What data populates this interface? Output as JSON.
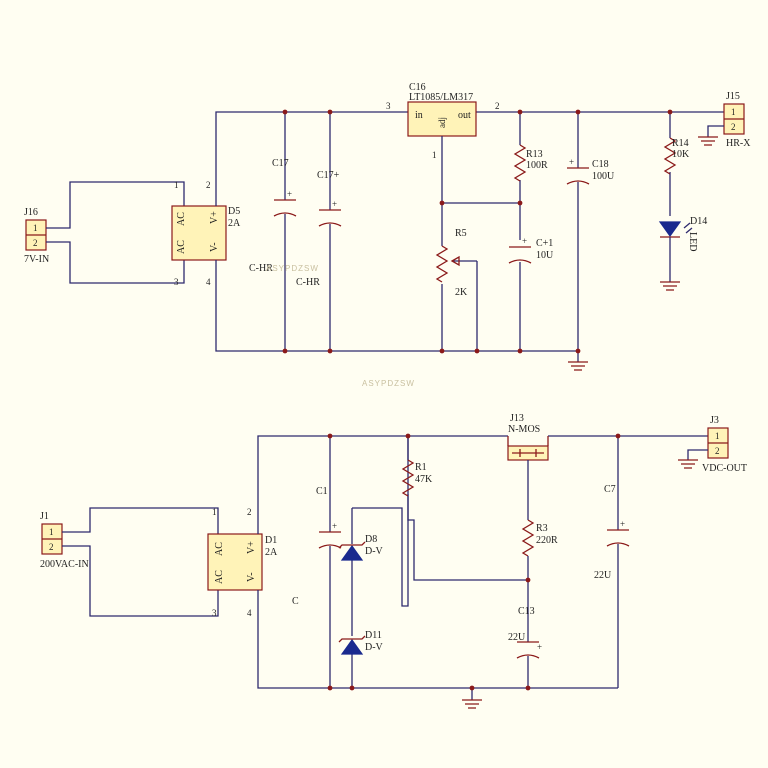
{
  "watermark": "ASYPDZSW",
  "top": {
    "input_connector": {
      "ref": "J16",
      "pins": [
        "1",
        "2"
      ],
      "label": "7V-IN"
    },
    "bridge": {
      "ref": "D5",
      "value": "2A",
      "ac1": "AC",
      "ac2": "AC",
      "vplus": "V+",
      "vminus": "V-",
      "pin1": "1",
      "pin2": "2",
      "pin3": "3",
      "pin4": "4"
    },
    "cap_a": {
      "ref": "C17",
      "name": "C-HR"
    },
    "cap_b": {
      "ref": "C17+",
      "name": "C-HR"
    },
    "regulator": {
      "ref": "C16",
      "part": "LT1085/LM317",
      "in": "in",
      "out": "out",
      "adj": "adj",
      "pin_in": "3",
      "pin_out": "2",
      "pin_adj": "1"
    },
    "r13": {
      "ref": "R13",
      "value": "100R"
    },
    "r5": {
      "ref": "R5",
      "value": "2K"
    },
    "c_adj": {
      "ref": "C+1",
      "value": "10U"
    },
    "c18": {
      "ref": "C18",
      "value": "100U"
    },
    "r14": {
      "ref": "R14",
      "value": "10K"
    },
    "led": {
      "ref": "D14",
      "value": "LED"
    },
    "output_connector": {
      "ref": "J15",
      "pins": [
        "1",
        "2"
      ],
      "label": "HR-X"
    }
  },
  "bottom": {
    "input_connector": {
      "ref": "J1",
      "pins": [
        "1",
        "2"
      ],
      "label": "200VAC-IN"
    },
    "bridge": {
      "ref": "D1",
      "value": "2A",
      "ac1": "AC",
      "ac2": "AC",
      "vplus": "V+",
      "vminus": "V-",
      "pin1": "1",
      "pin2": "2",
      "pin3": "3",
      "pin4": "4"
    },
    "stray_label": "C",
    "c1": {
      "ref": "C1"
    },
    "d8": {
      "ref": "D8",
      "value": "D-V"
    },
    "d11": {
      "ref": "D11",
      "value": "D-V"
    },
    "r1": {
      "ref": "R1",
      "value": "47K"
    },
    "mosfet": {
      "ref": "J13",
      "value": "N-MOS"
    },
    "r3": {
      "ref": "R3",
      "value": "220R"
    },
    "c13": {
      "ref": "C13",
      "value": "22U"
    },
    "c7": {
      "ref": "C7",
      "value": "22U"
    },
    "output_connector": {
      "ref": "J3",
      "pins": [
        "1",
        "2"
      ],
      "label": "VDC-OUT"
    }
  }
}
